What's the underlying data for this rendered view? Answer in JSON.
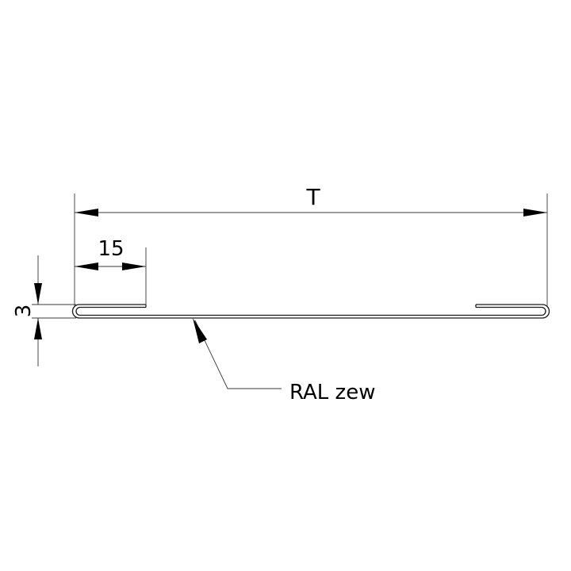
{
  "dimensions": {
    "total_width_label": "T",
    "fold_length_label": "15",
    "thickness_label": "3"
  },
  "callout": {
    "label": "RAL zew"
  },
  "colors": {
    "line": "#3a3a3a",
    "profile": "#1a1a1a",
    "text": "#000000",
    "background": "#ffffff"
  }
}
